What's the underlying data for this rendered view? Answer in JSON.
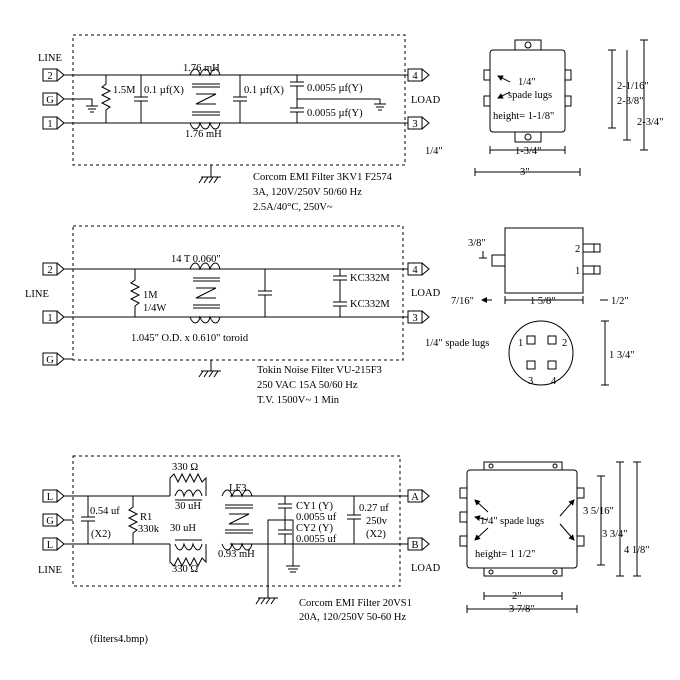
{
  "caption": "(filters4.bmp)",
  "filter1": {
    "line_label": "LINE",
    "term_in_top": "2",
    "term_in_mid": "G",
    "term_in_bot": "1",
    "resistor": "1.5M",
    "cap_x1": "0.1 µf(X)",
    "choke_top": "1.76 mH",
    "choke_bot": "1.76 mH",
    "cap_x2": "0.1 µf(X)",
    "cap_y1": "0.0055 µf(Y)",
    "cap_y2": "0.0055 µf(Y)",
    "term_out_top": "4",
    "term_out_bot": "3",
    "load_label": "LOAD",
    "title_line1": "Corcom   EMI  Filter  3KV1  F2574",
    "title_line2": "3A, 120V/250V  50/60 Hz",
    "title_line3": "2.5A/40°C, 250V~"
  },
  "outline1": {
    "lug_size": "1/4\"",
    "lug_text": "spade lugs",
    "height": "height= 1-1/8\"",
    "dim_a": "2-1/16\"",
    "dim_b": "2-3/8\"",
    "dim_c": "2-3/4\"",
    "dim_d": "1-3/4\"",
    "dim_e": "3\"",
    "side_note": "1/4\""
  },
  "filter2": {
    "line_label": "LINE",
    "term_in_top": "2",
    "term_in_bot": "1",
    "term_g": "G",
    "resistor_value": "1M",
    "resistor_rating": "1/4W",
    "choke_turns": "14 T  0.060\"",
    "cap_y1": "KC332M",
    "cap_y2": "KC332M",
    "term_out_top": "4",
    "term_out_bot": "3",
    "load_label": "LOAD",
    "toroid": "1.045\" O.D. x 0.610\" toroid",
    "title_line1": "Tokin Noise Filter VU-215F3",
    "title_line2": "250 VAC    15A     50/60 Hz",
    "title_line3": "T.V. 1500V~ 1 Min"
  },
  "outline2": {
    "pin_top": "2",
    "pin_bot": "1",
    "shaft_dim": "3/8\"",
    "width_dim": "1 5/8\"",
    "lead_dim": "7/16\"",
    "pin_dim": "1/2\"",
    "lug_text": "1/4\" spade lugs",
    "pin1": "1",
    "pin2": "2",
    "pin3": "3",
    "pin4": "4",
    "dia_dim": "1 3/4\""
  },
  "filter3": {
    "line_label": "LINE",
    "term_in_top": "L",
    "term_in_mid": "G",
    "term_in_bot": "L",
    "cap_x1_value": "0.54 uf",
    "cap_x1_qty": "(X2)",
    "r1_name": "R1",
    "r1_value": "330k",
    "damp_top": "330 Ω",
    "damp_bot": "330 Ω",
    "l_top": "30 uH",
    "l_bot": "30 uH",
    "lf3_name": "LF3",
    "lf3_value": "0.93 mH",
    "cy1_name": "CY1 (Y)",
    "cy1_value": "0.0055 uf",
    "cy2_name": "CY2 (Y)",
    "cy2_value": "0.0055 uf",
    "cap_x2_value": "0.27 uf",
    "cap_x2_volt": "250v",
    "cap_x2_qty": "(X2)",
    "term_out_top": "A",
    "term_out_bot": "B",
    "load_label": "LOAD",
    "title_line1": "Corcom EMI Filter  20VS1",
    "title_line2": "20A, 120/250V  50-60 Hz"
  },
  "outline3": {
    "lug_size": "1/4\"",
    "lug_text": "spade lugs",
    "height": "height= 1 1/2\"",
    "dim_a": "3 5/16\"",
    "dim_b": "3 3/4\"",
    "dim_c": "4 1/8\"",
    "dim_d": "2\"",
    "dim_e": "3 7/8\""
  }
}
